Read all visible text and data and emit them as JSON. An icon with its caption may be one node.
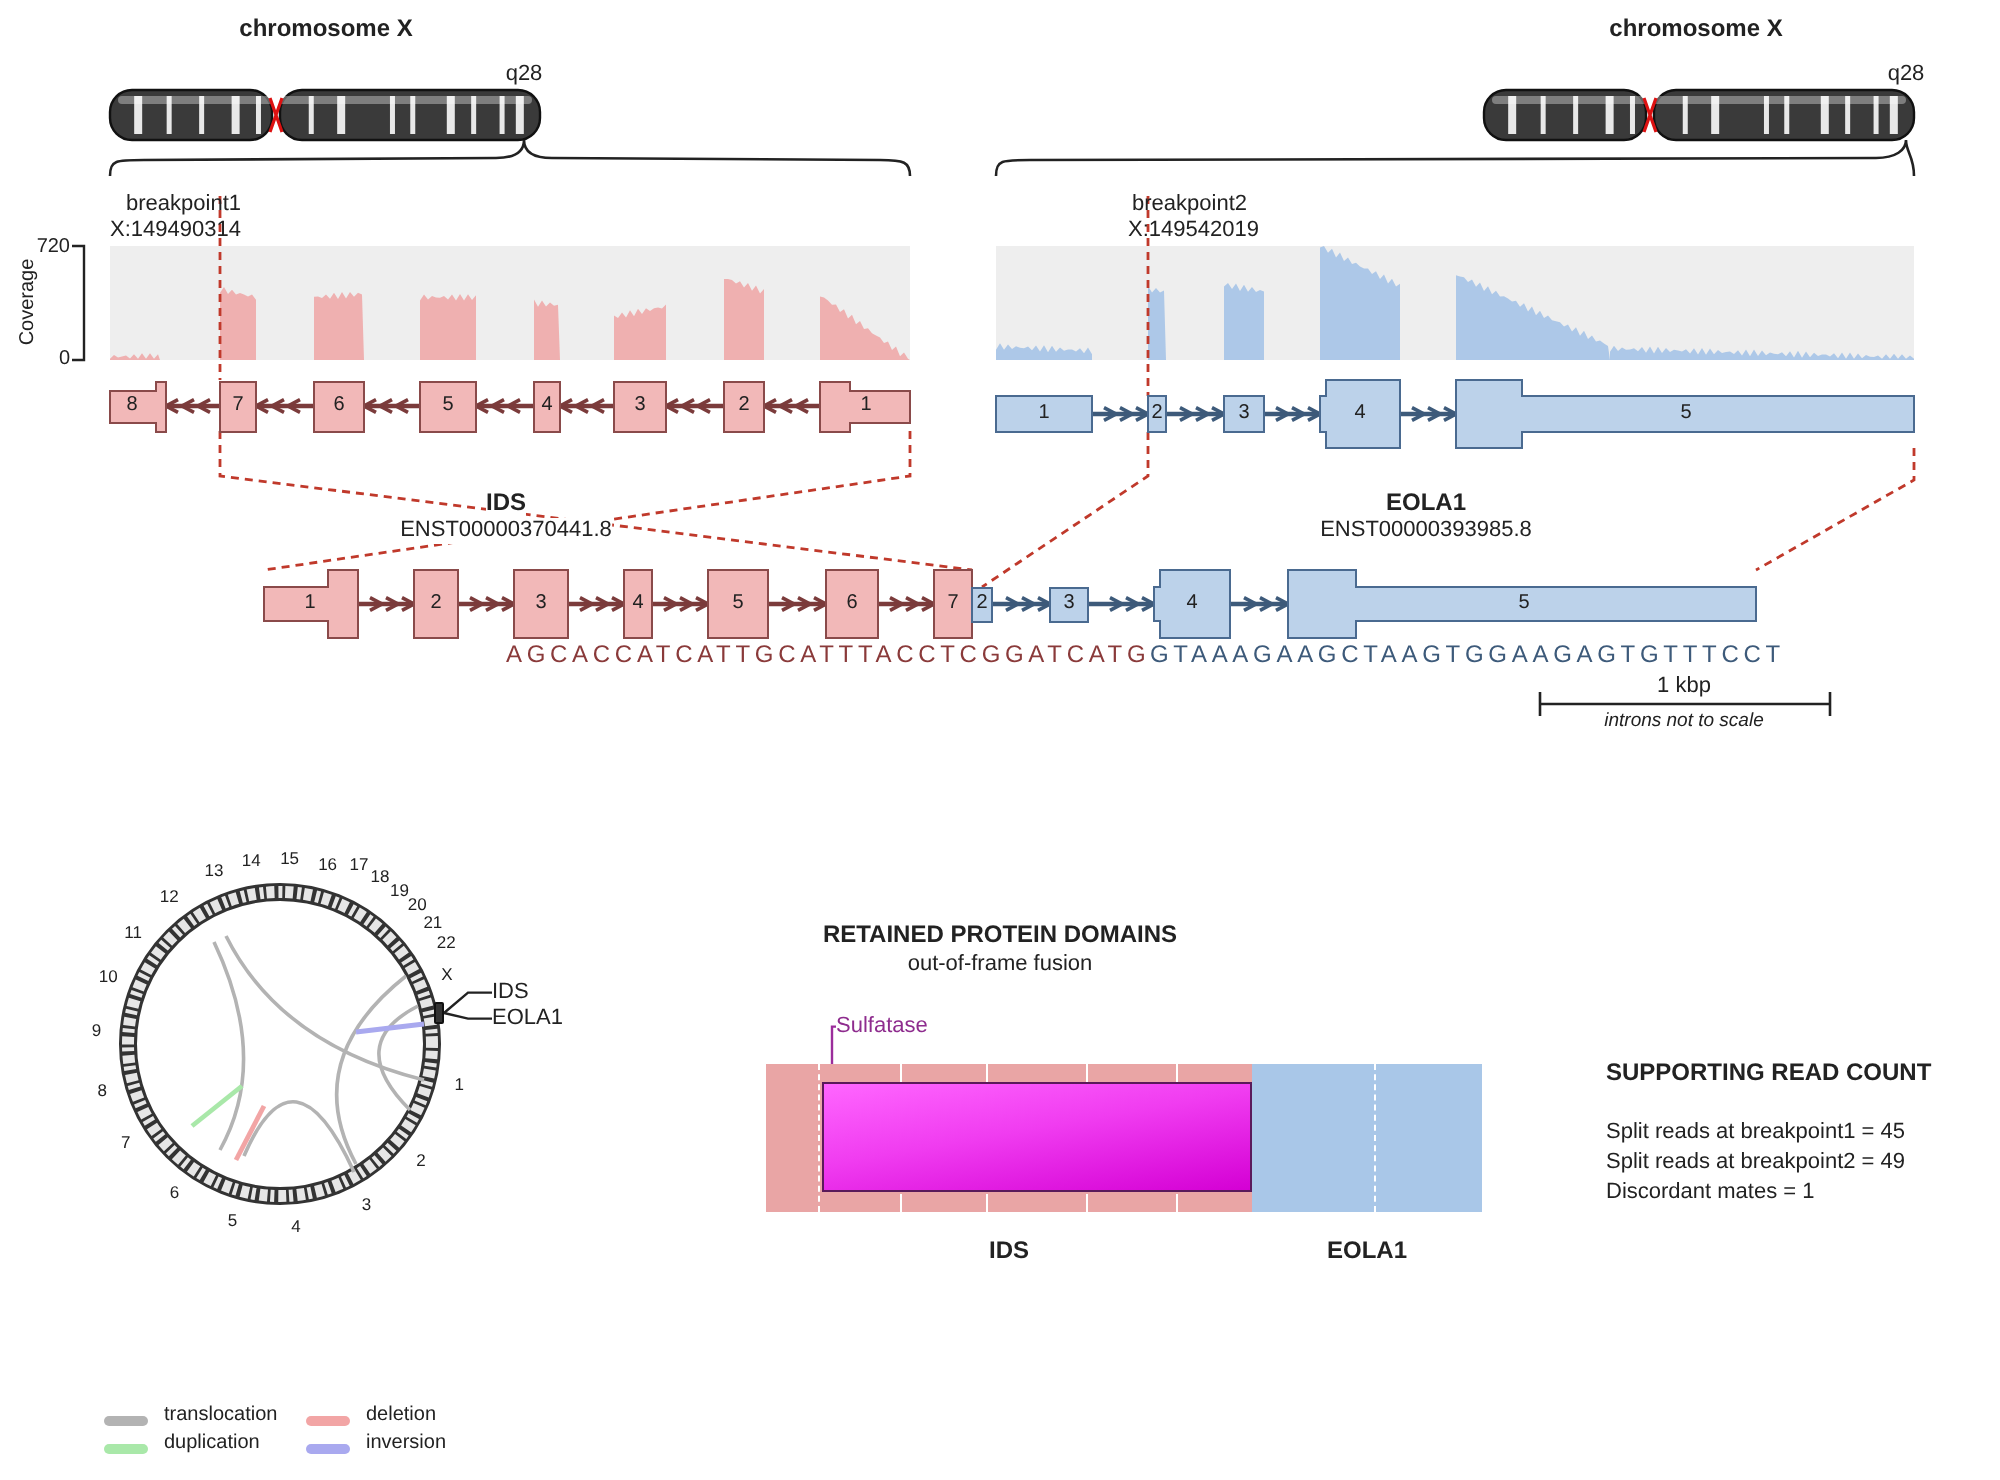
{
  "diagram": {
    "nodes": [
      {
        "text": [
          "8"
        ]
      },
      {
        "text": [
          "7"
        ]
      },
      {
        "text": [
          "6"
        ]
      },
      {
        "text": [
          "5"
        ]
      },
      {
        "text": [
          "4"
        ]
      },
      {
        "text": [
          "3"
        ]
      },
      {
        "text": [
          "2"
        ]
      },
      {
        "text": [
          "1"
        ]
      },
      {
        "text": [
          "1"
        ]
      },
      {
        "text": [
          "2"
        ]
      },
      {
        "text": [
          "3"
        ]
      },
      {
        "text": [
          "4"
        ]
      },
      {
        "text": [
          "5"
        ]
      },
      {
        "text": [
          "1"
        ]
      },
      {
        "text": [
          "2"
        ]
      },
      {
        "text": [
          "3"
        ]
      },
      {
        "text": [
          "4"
        ]
      },
      {
        "text": [
          "5"
        ]
      },
      {
        "text": [
          "6"
        ]
      },
      {
        "text": [
          "7"
        ]
      },
      {
        "text": [
          "2"
        ]
      },
      {
        "text": [
          "3"
        ]
      },
      {
        "text": [
          "4"
        ]
      },
      {
        "text": [
          "5"
        ]
      },
      {
        "text": [
          "Sulfatase"
        ]
      },
      {
        "text": [
          "IDS"
        ]
      },
      {
        "text": [],
        "shape": "box",
        "in": 25
      },
      {
        "text": [
          "EOLA1"
        ]
      },
      {
        "text": [
          "IDS"
        ]
      },
      {
        "text": [
          "EOLA1"
        ]
      },
      {
        "text": [],
        "shape": "bar"
      }
    ],
    "edges": [
      {
        "from": 7,
        "to": 6,
        "arrow": "to"
      },
      {
        "from": 6,
        "to": 5,
        "arrow": "to"
      },
      {
        "from": 5,
        "to": 4,
        "arrow": "to"
      },
      {
        "from": 4,
        "to": 3,
        "arrow": "to"
      },
      {
        "from": 3,
        "to": 2,
        "arrow": "to"
      },
      {
        "from": 2,
        "to": 1,
        "arrow": "to"
      },
      {
        "from": 1,
        "to": 0,
        "arrow": "to"
      },
      {
        "from": 8,
        "to": 9,
        "arrow": "to",
        "color": "#3d5a7a"
      },
      {
        "from": 9,
        "to": 10,
        "arrow": "to",
        "color": "#3d5a7a"
      },
      {
        "from": 10,
        "to": 11,
        "arrow": "to",
        "color": "#3d5a7a"
      },
      {
        "from": 11,
        "to": 12,
        "arrow": "to",
        "color": "#3d5a7a"
      },
      {
        "from": 13,
        "to": 14,
        "arrow": "to"
      },
      {
        "from": 14,
        "to": 15,
        "arrow": "to"
      },
      {
        "from": 15,
        "to": 16,
        "arrow": "to"
      },
      {
        "from": 16,
        "to": 17,
        "arrow": "to"
      },
      {
        "from": 17,
        "to": 18,
        "arrow": "to"
      },
      {
        "from": 18,
        "to": 19,
        "arrow": "to"
      },
      {
        "from": 20,
        "to": 21,
        "arrow": "to",
        "color": "#3d5a7a"
      },
      {
        "from": 21,
        "to": 22,
        "arrow": "to",
        "color": "#3d5a7a"
      },
      {
        "from": 22,
        "to": 23,
        "arrow": "to",
        "color": "#3d5a7a"
      },
      {
        "from": 24,
        "to": 26,
        "arrow": "none",
        "color": "#9b2d9b"
      },
      {
        "from": 28,
        "to": 30,
        "arrow": "none",
        "color": "#222222"
      },
      {
        "from": 29,
        "to": 30,
        "arrow": "none",
        "color": "#222222"
      },
      {
        "from": 1,
        "to": 19,
        "arrow": "none",
        "style": "dashed",
        "color": "#c0392b"
      },
      {
        "from": 7,
        "to": 13,
        "arrow": "none",
        "style": "dashed",
        "color": "#c0392b"
      },
      {
        "from": 9,
        "to": 20,
        "arrow": "none",
        "style": "dashed",
        "color": "#c0392b"
      },
      {
        "from": 12,
        "to": 23,
        "arrow": "none",
        "style": "dashed",
        "color": "#c0392b"
      }
    ],
    "labels": [
      "chromosome X",
      "chromosome X",
      "q28",
      "q28",
      "breakpoint1",
      "X:149490314",
      "breakpoint2",
      "X:149542019",
      "720",
      "0",
      "Coverage",
      "IDS",
      "ENST00000370441.8",
      "EOLA1",
      "ENST00000393985.8",
      "AGCACCATCATTGCATTTACCTCGGATCATG",
      "GTAAAGAAGCTAAGTGGAAGAGTGTTTCCT",
      "1 kbp",
      "introns not to scale",
      "RETAINED PROTEIN DOMAINS",
      "out-of-frame fusion",
      "SUPPORTING READ COUNT",
      "Split reads at breakpoint1 = 45",
      "Split reads at breakpoint2 = 49",
      "Discordant mates = 1",
      "1",
      "2",
      "3",
      "4",
      "5",
      "6",
      "7",
      "8",
      "9",
      "10",
      "11",
      "12",
      "13",
      "14",
      "15",
      "16",
      "17",
      "18",
      "19",
      "20",
      "21",
      "22",
      "X"
    ],
    "legend": [
      {
        "text": "translocation",
        "color": "#b3b3b3"
      },
      {
        "text": "deletion",
        "color": "#f2a5a5"
      },
      {
        "text": "duplication",
        "color": "#a9e8a9"
      },
      {
        "text": "inversion",
        "color": "#a9a9ef"
      }
    ]
  }
}
